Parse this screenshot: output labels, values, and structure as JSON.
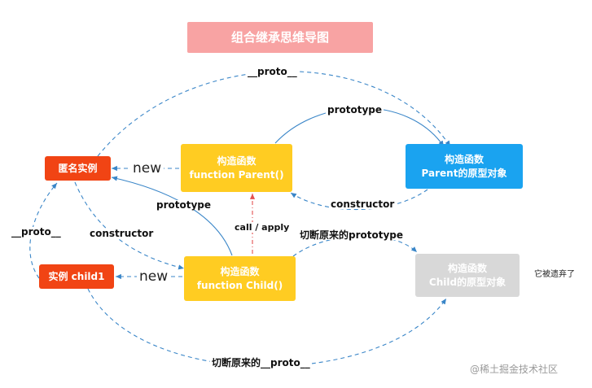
{
  "title": "组合继承思维导图",
  "colors": {
    "title_bg": "#F8A3A3",
    "yellow": "#FFCC22",
    "blue": "#1AA3F0",
    "red_orange": "#F14414",
    "gray": "#D8D8D8",
    "arrow_blue": "#3A86C8",
    "arrow_red": "#E45050"
  },
  "nodes": {
    "parent_ctor": {
      "line1": "构造函数",
      "line2": "function Parent()"
    },
    "parent_proto": {
      "line1": "构造函数",
      "line2": "Parent的原型对象"
    },
    "anon_instance": {
      "label": "匿名实例"
    },
    "child_ctor": {
      "line1": "构造函数",
      "line2": "function Child()"
    },
    "child_proto": {
      "line1": "构造函数",
      "line2": "Child的原型对象"
    },
    "child_instance": {
      "label": "实例 child1"
    }
  },
  "edges": {
    "top_proto": "__proto__",
    "prototype_top": "prototype",
    "constructor_right": "constructor",
    "new_top": "new",
    "prototype_mid": "prototype",
    "constructor_left": "constructor",
    "proto_left": "__proto__",
    "new_bottom": "new",
    "call_apply": "call / apply",
    "cut_prototype": "切断原来的prototype",
    "cut_proto": "切断原来的__proto__"
  },
  "note": "它被遗弃了",
  "watermark": "@稀土掘金技术社区"
}
